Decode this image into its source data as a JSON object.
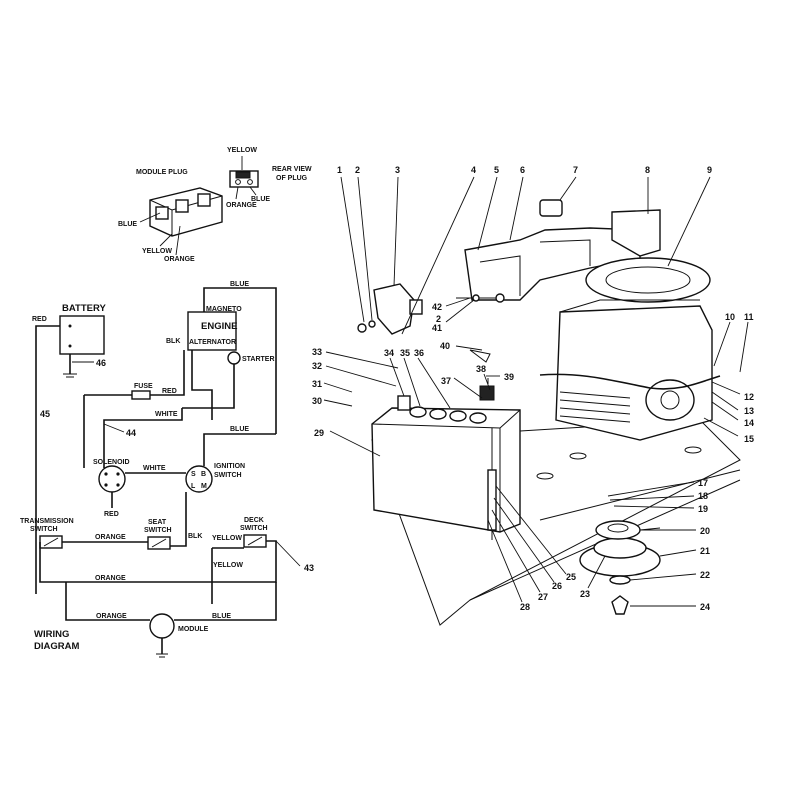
{
  "wiring": {
    "module_plug": "MODULE PLUG",
    "rear_view": [
      "REAR VIEW",
      "OF PLUG"
    ],
    "battery": "BATTERY",
    "engine": "ENGINE",
    "alternator": "ALTERNATOR",
    "magneto": "MAGNETO",
    "starter": "STARTER",
    "fuse": "FUSE",
    "solenoid": "SOLENOID",
    "ignition_switch": [
      "IGNITION",
      "SWITCH"
    ],
    "transmission_switch": [
      "TRANSMISSION",
      "SWITCH"
    ],
    "seat_switch": [
      "SEAT",
      "SWITCH"
    ],
    "deck_switch": [
      "DECK",
      "SWITCH"
    ],
    "module": "MODULE",
    "title": [
      "WIRING",
      "DIAGRAM"
    ],
    "colors": {
      "red": "RED",
      "blue": "BLUE",
      "white": "WHITE",
      "blk": "BLK",
      "orange": "ORANGE",
      "yellow": "YELLOW"
    },
    "ignition_terminals": [
      "S",
      "B",
      "L",
      "M"
    ]
  },
  "callouts": [
    "1",
    "2",
    "3",
    "4",
    "5",
    "6",
    "7",
    "8",
    "9",
    "10",
    "11",
    "12",
    "13",
    "14",
    "15",
    "17",
    "18",
    "19",
    "20",
    "21",
    "22",
    "23",
    "24",
    "25",
    "26",
    "27",
    "28",
    "29",
    "30",
    "31",
    "32",
    "33",
    "34",
    "35",
    "36",
    "37",
    "38",
    "39",
    "40",
    "41",
    "42",
    "43",
    "44",
    "45",
    "46"
  ]
}
